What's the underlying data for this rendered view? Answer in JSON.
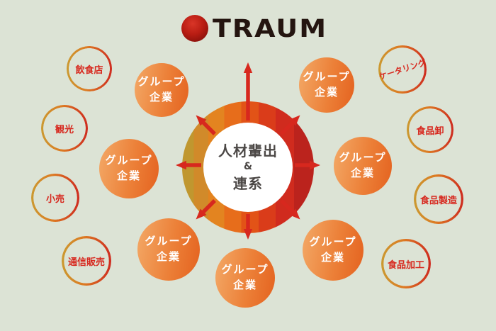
{
  "logo": {
    "text": "TRAUM",
    "icon": "red-globe-icon"
  },
  "center": {
    "line1": "人材輩出",
    "amp": "&",
    "line2": "連系"
  },
  "group_circle": {
    "line1": "グループ",
    "line2": "企業",
    "count": 7
  },
  "industries": [
    {
      "label": "飲食店"
    },
    {
      "label": "観光"
    },
    {
      "label": "小売"
    },
    {
      "label": "通信販売"
    },
    {
      "label": "ケータリング"
    },
    {
      "label": "食品卸"
    },
    {
      "label": "食品製造"
    },
    {
      "label": "食品加工"
    }
  ],
  "colors": {
    "background": "#dce3d5",
    "arrow_red": "#d7281e",
    "industry_text_red": "#d7281e",
    "group_gradient_start": "#f3a967",
    "group_gradient_end": "#e4621f",
    "ring_gradient_start": "#c0972f",
    "ring_gradient_end": "#bb231d",
    "center_text": "#4c4846",
    "logo_text": "#241510"
  }
}
